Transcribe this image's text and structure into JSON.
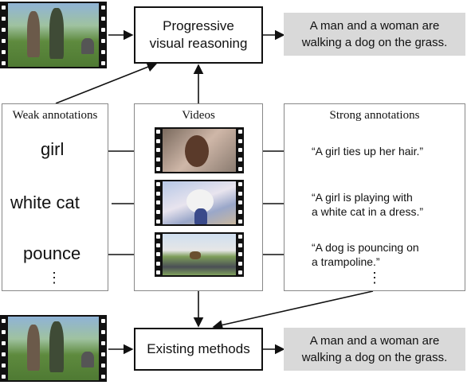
{
  "top": {
    "method_label_line1": "Progressive",
    "method_label_line2": "visual reasoning",
    "output_line1": "A man and a woman are",
    "output_line2": "walking a dog on the grass."
  },
  "bottom": {
    "method_label": "Existing methods",
    "output_line1": "A man and a woman are",
    "output_line2": "walking a dog on the grass."
  },
  "weak": {
    "title": "Weak annotations",
    "items": [
      "girl",
      "white cat",
      "pounce"
    ],
    "ellipsis": "⋮"
  },
  "videos": {
    "title": "Videos"
  },
  "strong": {
    "title": "Strong annotations",
    "items": [
      {
        "line1": "“A girl ties up her hair.”",
        "line2": ""
      },
      {
        "line1": "“A girl is playing with",
        "line2": "a white cat in a dress.”"
      },
      {
        "line1": "“A dog is pouncing on",
        "line2": "a trampoline.”"
      }
    ],
    "ellipsis": "⋮"
  },
  "colors": {
    "box_border": "#111111",
    "panel_border": "#888888",
    "output_fill": "#d9d9d9"
  }
}
